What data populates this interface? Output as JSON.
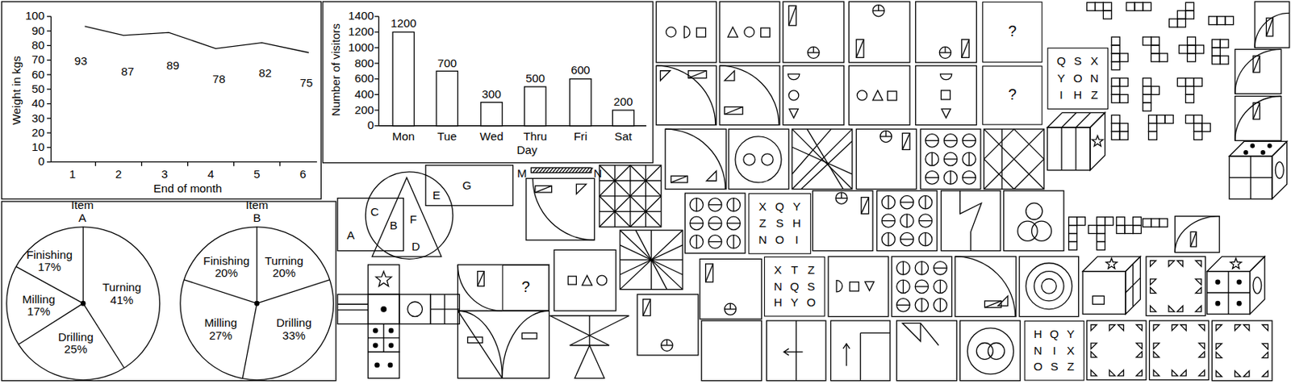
{
  "diagram": {
    "nodes": [
      {
        "text": [
          "?"
        ]
      },
      {
        "text": [
          "Q",
          "S",
          "X",
          "Y",
          "O",
          "N",
          "I",
          "H",
          "Z"
        ]
      },
      {
        "text": [
          "?"
        ]
      },
      {
        "text": [
          "X",
          "Q",
          "Y",
          "Z",
          "S",
          "H",
          "N",
          "O",
          "I"
        ]
      },
      {
        "text": [
          "Item A",
          "Finishing 17%",
          "Milling 17%",
          "Turning 41%",
          "Drilling 25%"
        ]
      },
      {
        "text": [
          "Item B",
          "Finishing 20%",
          "Turning 20%",
          "Milling 27%",
          "Drilling 33%"
        ]
      },
      {
        "text": [
          "X",
          "T",
          "Z",
          "N",
          "Q",
          "S",
          "H",
          "Y",
          "O"
        ]
      },
      {
        "text": [
          "?"
        ]
      },
      {
        "text": [
          "H",
          "Q",
          "Y",
          "N",
          "I",
          "X",
          "O",
          "S",
          "Z"
        ]
      }
    ],
    "labels": [
      "100",
      "90",
      "80",
      "70",
      "60",
      "50",
      "40",
      "30",
      "20",
      "10",
      "0",
      "Weight in kgs",
      "1",
      "2",
      "3",
      "4",
      "5",
      "6",
      "End of month",
      "93",
      "87",
      "89",
      "78",
      "82",
      "75",
      "1400",
      "1200",
      "1000",
      "800",
      "600",
      "400",
      "200",
      "0",
      "Number of visitors",
      "1200",
      "700",
      "300",
      "500",
      "600",
      "200",
      "Mon",
      "Tue",
      "Wed",
      "Thru",
      "Fri",
      "Sat",
      "Day",
      "A",
      "B",
      "C",
      "D",
      "E",
      "F",
      "G",
      "M",
      "N"
    ]
  }
}
